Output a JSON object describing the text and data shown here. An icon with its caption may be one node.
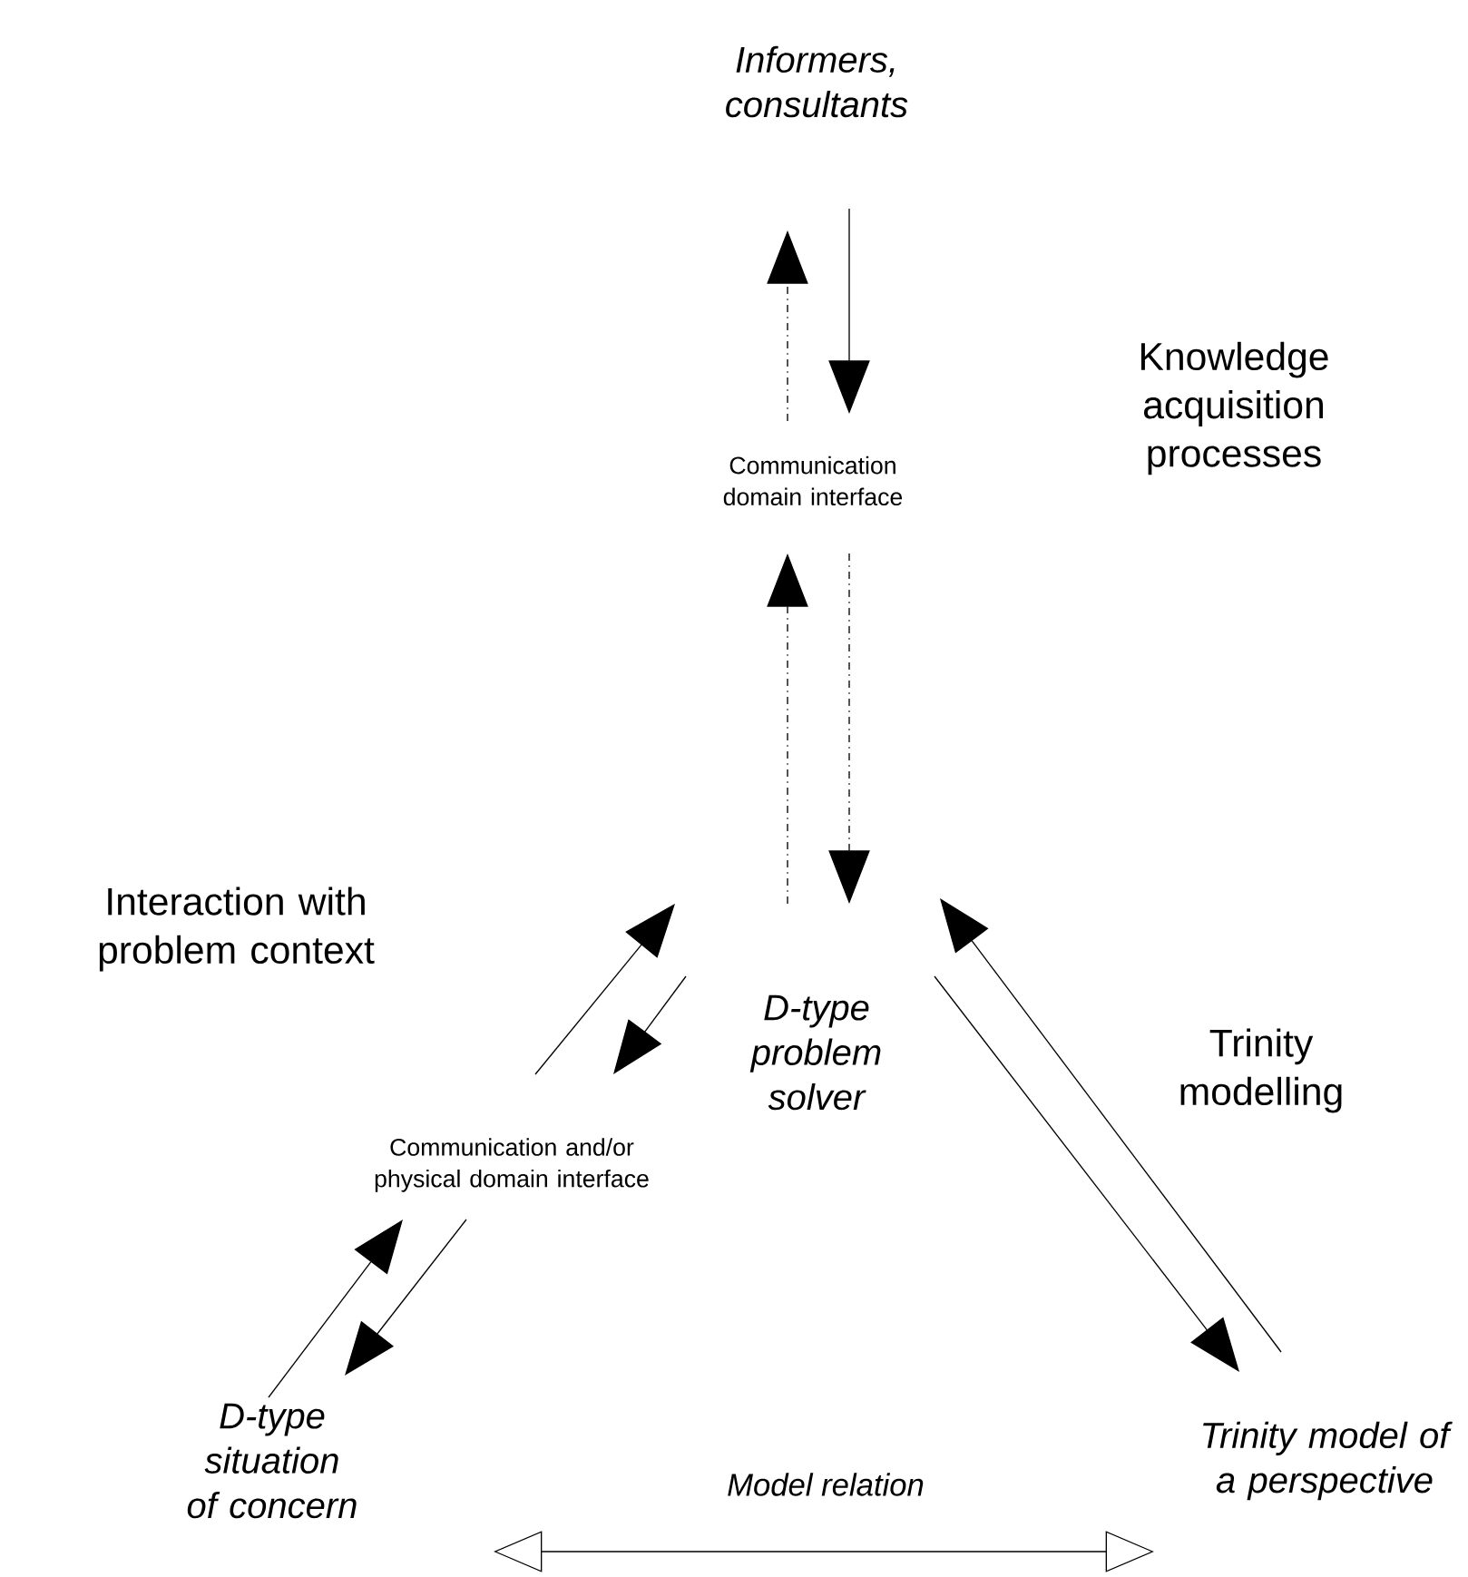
{
  "diagram": {
    "nodes": [
      {
        "text": [
          "Informers, consultants"
        ]
      },
      {
        "text": [
          "Communication domain interface"
        ]
      },
      {
        "text": [
          "D-type problem solver"
        ]
      },
      {
        "text": [
          "Communication and/or physical domain interface"
        ]
      },
      {
        "text": [
          "D-type situation of concern"
        ]
      },
      {
        "text": [
          "Trinity model of a perspective"
        ]
      }
    ],
    "edges": [
      {
        "from": 1,
        "to": 0,
        "arrow": "to",
        "style": "dashed"
      },
      {
        "from": 0,
        "to": 1,
        "arrow": "to"
      },
      {
        "from": 2,
        "to": 1,
        "arrow": "to",
        "style": "dashed"
      },
      {
        "from": 1,
        "to": 2,
        "arrow": "to",
        "style": "dashed"
      },
      {
        "from": 3,
        "to": 2,
        "arrow": "to"
      },
      {
        "from": 2,
        "to": 3,
        "arrow": "to"
      },
      {
        "from": 4,
        "to": 3,
        "arrow": "to"
      },
      {
        "from": 3,
        "to": 4,
        "arrow": "to"
      },
      {
        "from": 2,
        "to": 5,
        "arrow": "to"
      },
      {
        "from": 5,
        "to": 2,
        "arrow": "to"
      },
      {
        "from": 4,
        "to": 5,
        "arrow": "both",
        "label": "Model relation"
      }
    ],
    "labels": [
      "Knowledge acquisition processes",
      "Interaction with problem context",
      "Trinity modelling"
    ]
  }
}
